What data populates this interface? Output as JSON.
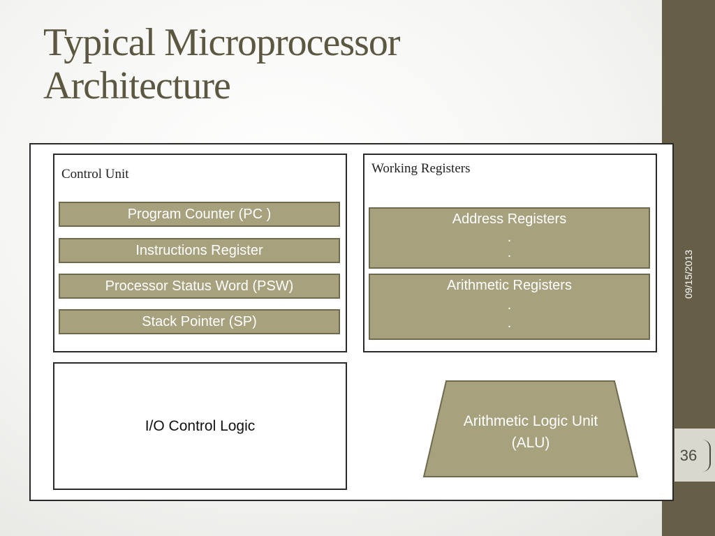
{
  "slide": {
    "title_line1": "Typical Microprocessor",
    "title_line2": "Architecture",
    "date": "09/15/2013",
    "page_number": "36"
  },
  "colors": {
    "sidebar": "#675e47",
    "title": "#5b5740",
    "bar_fill": "#a7a17e",
    "bar_border": "#6e6a4e"
  },
  "control_unit": {
    "label": "Control Unit",
    "registers": [
      "Program Counter (PC )",
      "Instructions Register",
      "Processor Status Word (PSW)",
      "Stack Pointer (SP)"
    ]
  },
  "working_registers": {
    "label": "Working Registers",
    "address": {
      "label": "Address Registers",
      "dot1": ".",
      "dot2": "."
    },
    "arithmetic": {
      "label": "Arithmetic Registers",
      "dot1": ".",
      "dot2": "."
    }
  },
  "io_control": {
    "label": "I/O Control Logic"
  },
  "alu": {
    "line1": "Arithmetic Logic Unit",
    "line2": "(ALU)"
  }
}
